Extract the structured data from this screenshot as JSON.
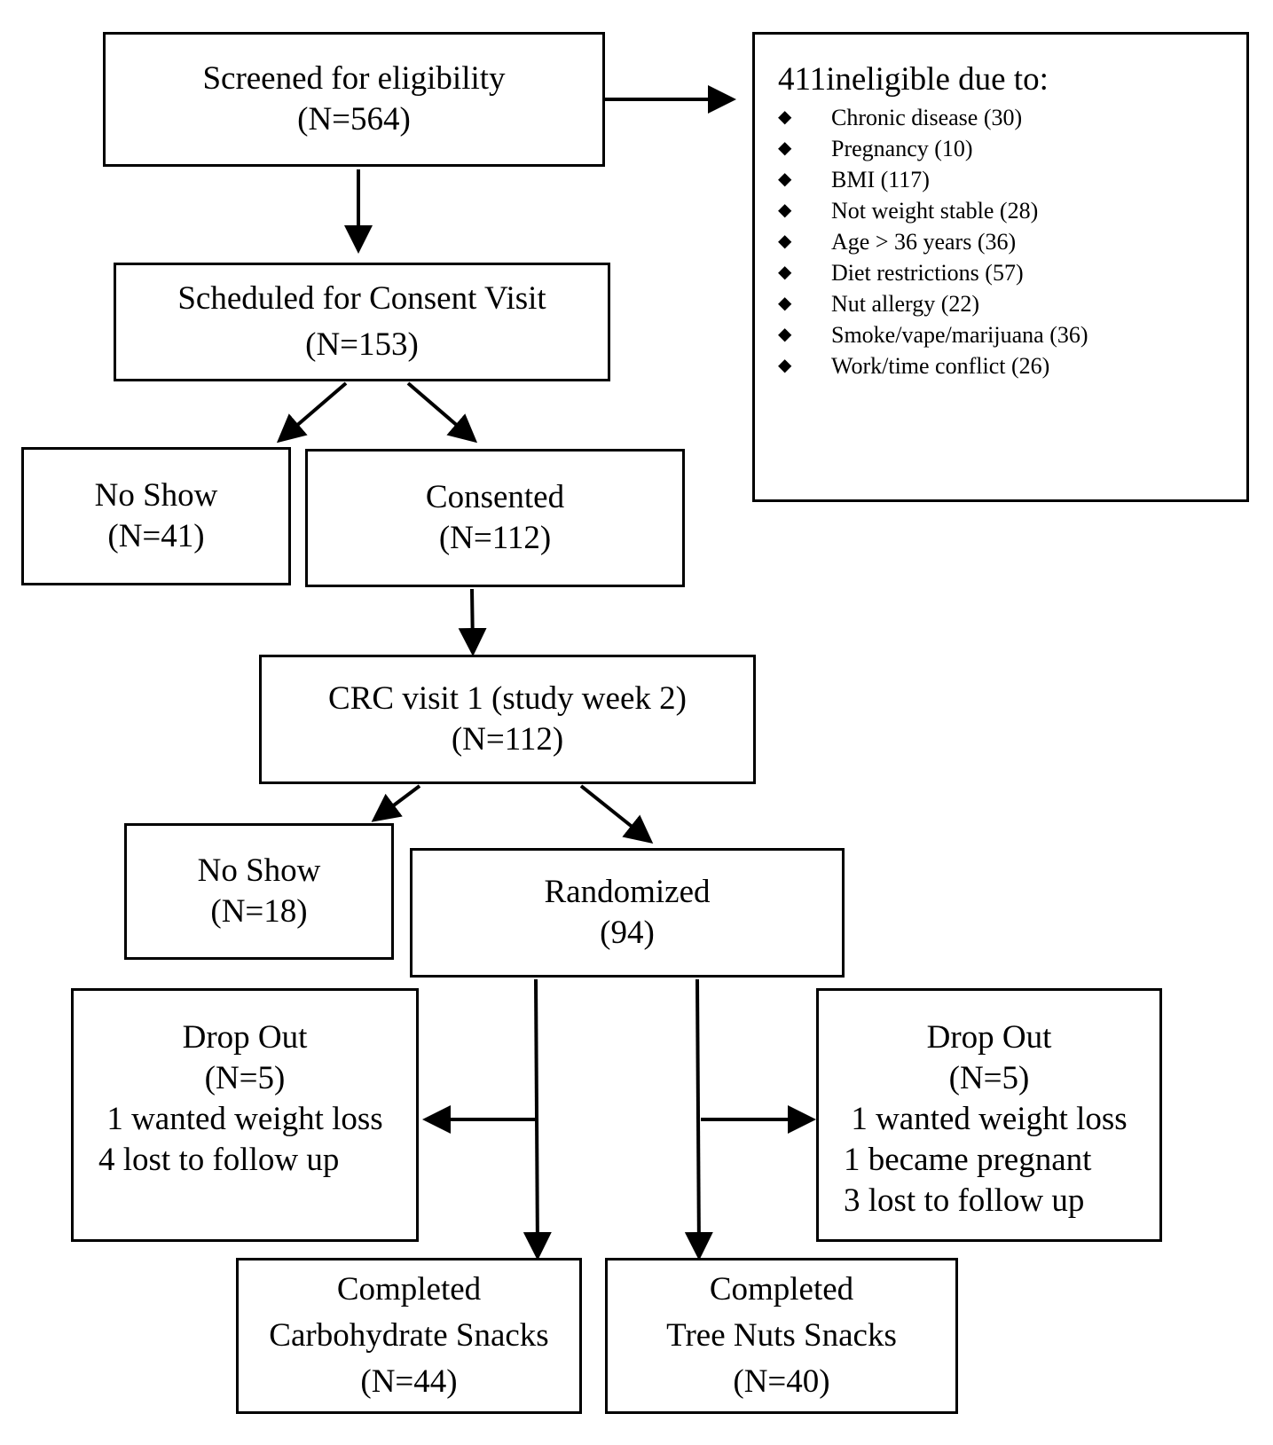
{
  "screened": {
    "title": "Screened for eligibility",
    "count": "(N=564)"
  },
  "ineligible": {
    "heading": "411ineligible due to:",
    "reasons": [
      "Chronic disease (30)",
      "Pregnancy (10)",
      "BMI (117)",
      "Not weight stable (28)",
      "Age > 36 years (36)",
      "Diet restrictions (57)",
      "Nut allergy (22)",
      "Smoke/vape/marijuana (36)",
      "Work/time conflict (26)"
    ]
  },
  "scheduled": {
    "title": "Scheduled for Consent Visit",
    "count": "(N=153)"
  },
  "no_show_1": {
    "title": "No Show",
    "count": "(N=41)"
  },
  "consented": {
    "title": "Consented",
    "count": "(N=112)"
  },
  "crc_visit": {
    "title": "CRC visit 1 (study week 2)",
    "count": "(N=112)"
  },
  "no_show_2": {
    "title": "No Show",
    "count": "(N=18)"
  },
  "randomized": {
    "title": "Randomized",
    "count": "(94)"
  },
  "dropout_left": {
    "title": "Drop Out",
    "count": "(N=5)",
    "lines": [
      "1 wanted weight loss",
      "4 lost to follow up"
    ]
  },
  "dropout_right": {
    "title": "Drop Out",
    "count": "(N=5)",
    "lines": [
      "1 wanted weight loss",
      "1 became pregnant",
      "3 lost to follow up"
    ]
  },
  "completed_carb": {
    "title": "Completed",
    "subtitle": "Carbohydrate Snacks",
    "count": "(N=44)"
  },
  "completed_nuts": {
    "title": "Completed",
    "subtitle": "Tree Nuts Snacks",
    "count": "(N=40)"
  }
}
